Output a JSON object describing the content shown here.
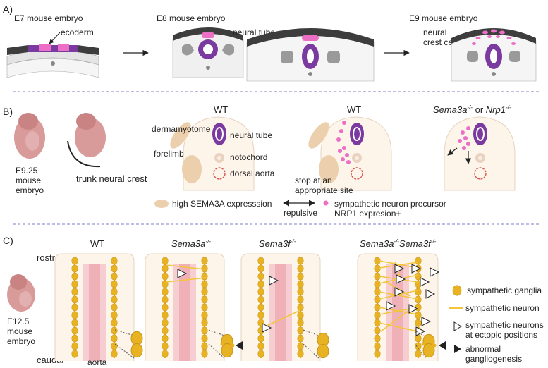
{
  "panel_a": {
    "letter": "A)",
    "e7": "E7 mouse embryo",
    "ecoderm": "ecoderm",
    "e8": "E8 mouse embryo",
    "neural_tube": "neural tube",
    "e9": "E9 mouse embryo",
    "neural": "neural",
    "crest_cells": "crest cells"
  },
  "panel_b": {
    "letter": "B)",
    "e925_1": "E9.25",
    "e925_2": "mouse",
    "e925_3": "embryo",
    "trunk": "trunk neural crest",
    "wt1": "WT",
    "wt2": "WT",
    "mut_a": "Sema3a",
    "mut_sup1": "-/-",
    "mut_or": " or ",
    "mut_b": "Nrp1",
    "mut_sup2": "-/-",
    "dermamyotome": "dermamyotome",
    "neural_tube": "neural tube",
    "forelimb": "forelimb",
    "notochord": "notochord",
    "dorsal_aorta": "dorsal aorta",
    "stop1": "stop at an",
    "stop2": "appropriate site",
    "legend_sema": "high SEMA3A expresssion",
    "legend_repulsive": "repulsive",
    "legend_precursor1": "sympathetic neuron precursor",
    "legend_precursor2": "NRP1 expresion+"
  },
  "panel_c": {
    "letter": "C)",
    "rostral": "rostral",
    "caudal": "caudal",
    "e125_1": "E12.5",
    "e125_2": "mouse",
    "e125_3": "embryo",
    "aorta": "aorta",
    "wt": "WT",
    "sema3a": "Sema3a",
    "sema3f": "Sema3f",
    "sup": "-/-",
    "dbl_a": "Sema3a",
    "dbl_b": "Sema3f",
    "legend_ganglia": "sympathetic ganglia",
    "legend_neuron": "sympathetic neuron",
    "legend_ectopic1": "sympathetic neurons",
    "legend_ectopic2": "at ectopic positions",
    "legend_abnormal1": "abnormal",
    "legend_abnormal2": "gangliogenesis"
  },
  "colors": {
    "ganglia": "#e8b322",
    "neuron": "#f2c53d",
    "embryo": "#d99a9a",
    "sema_region": "#ecd0ad",
    "precursor": "#ec6fc6",
    "neural_tube": "#7b3aa0",
    "divider": "#7a7fc4"
  }
}
